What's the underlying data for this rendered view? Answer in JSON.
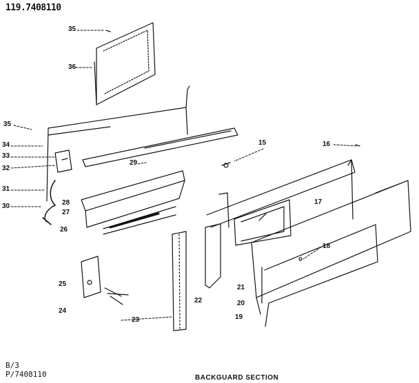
{
  "header": {
    "model_number": "119.7408110"
  },
  "footer": {
    "sheet": "B/3",
    "part_ref": "P/7408110",
    "section_title": "BACKGUARD SECTION"
  },
  "callouts": {
    "c15": "15",
    "c16": "16",
    "c17": "17",
    "c18": "18",
    "c19": "19",
    "c20": "20",
    "c21": "21",
    "c22": "22",
    "c23": "23",
    "c24": "24",
    "c25": "25",
    "c26": "26",
    "c27": "27",
    "c28": "28",
    "c29": "29",
    "c30": "30",
    "c31": "31",
    "c32": "32",
    "c33": "33",
    "c34": "34",
    "c35a": "35",
    "c35b": "35",
    "c36": "36"
  }
}
